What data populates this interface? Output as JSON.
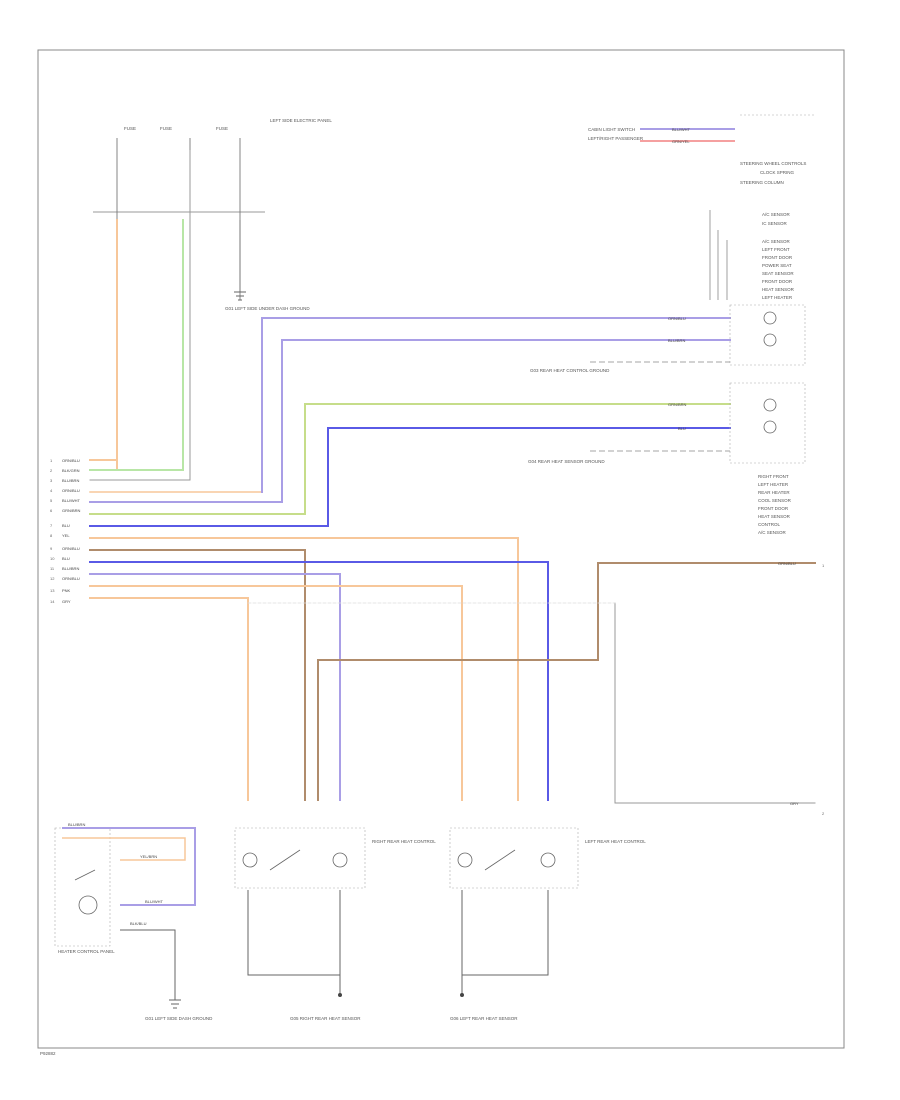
{
  "diagram": {
    "footer_code": "P92882",
    "colors": {
      "orange": "#f7c79a",
      "violet": "#a99ee6",
      "green": "#b8e6a6",
      "lime": "#c6dd8a",
      "blue": "#5a5ae6",
      "brown": "#b08c6c",
      "wire": "#666666",
      "frame": "#888888"
    },
    "connector_left_labels": [
      "ORN/BLU",
      "BLK/GRN",
      "BLU/BRN",
      "ORN/BLU",
      "BLU/WHT",
      "GRN/BRN",
      "BLU",
      "YEL",
      "ORN/BLU",
      "BLU",
      "BLU/BRN",
      "ORN/BLU",
      "PNK",
      "GRY"
    ],
    "pin_numbers": [
      "1",
      "2",
      "3",
      "4",
      "5",
      "6",
      "7",
      "8",
      "9",
      "10",
      "11",
      "12",
      "13",
      "14"
    ],
    "upper_left_labels": [
      "FUSE",
      "FUSE",
      "FUSE",
      "LEFT SIDE ELECTRIC PANEL"
    ],
    "ground_upper": "G01 LEFT SIDE UNDER DASH GROUND",
    "top_right_labels": [
      "CABIN LIGHT SWITCH",
      "LEFT/RIGHT PASSENGER",
      "STEERING WHEEL CONTROLS",
      "CLOCK SPRING",
      "STEERING COLUMN"
    ],
    "top_right_wires": [
      "BLU/WHT",
      "GRN/YEL"
    ],
    "rear_group_upper_labels": [
      "A/C SENSOR",
      "IC SENSOR",
      "A/C SENSOR",
      "LEFT FRONT",
      "FRONT DOOR",
      "POWER SEAT",
      "SEAT SENSOR",
      "FRONT DOOR",
      "HEAT SENSOR",
      "LEFT HEATER"
    ],
    "rear_group_lower_labels": [
      "RIGHT FRONT",
      "LEFT HEATER",
      "REAR HEATER",
      "COOL SENSOR",
      "FRONT DOOR",
      "HEAT SENSOR",
      "CONTROL",
      "A/C SENSOR"
    ],
    "rear_wire_tags": [
      "ORN/BLU",
      "BLU/BRN",
      "GRN/BRN",
      "BLU"
    ],
    "ground_mid_1": "G03 REAR HEAT CONTROL GROUND",
    "ground_mid_2": "G04 REAR HEAT SENSOR GROUND",
    "right_output_tag": "ORN/BLU",
    "right_output_pin": "1",
    "right_lower_tag": "GRY",
    "right_lower_pin": "2",
    "module_left": "HEATER CONTROL PANEL",
    "module_left_wires": [
      "BLU/BRN",
      "YEL/BRN",
      "BLU/WHT",
      "BLK/BLU"
    ],
    "module_mid": "RIGHT REAR HEAT CONTROL",
    "module_right": "LEFT REAR HEAT CONTROL",
    "ground_bottom_1": "G01 LEFT SIDE DASH GROUND",
    "ground_bottom_2": "G05 RIGHT REAR HEAT SENSOR",
    "ground_bottom_3": "G06 LEFT REAR HEAT SENSOR"
  }
}
